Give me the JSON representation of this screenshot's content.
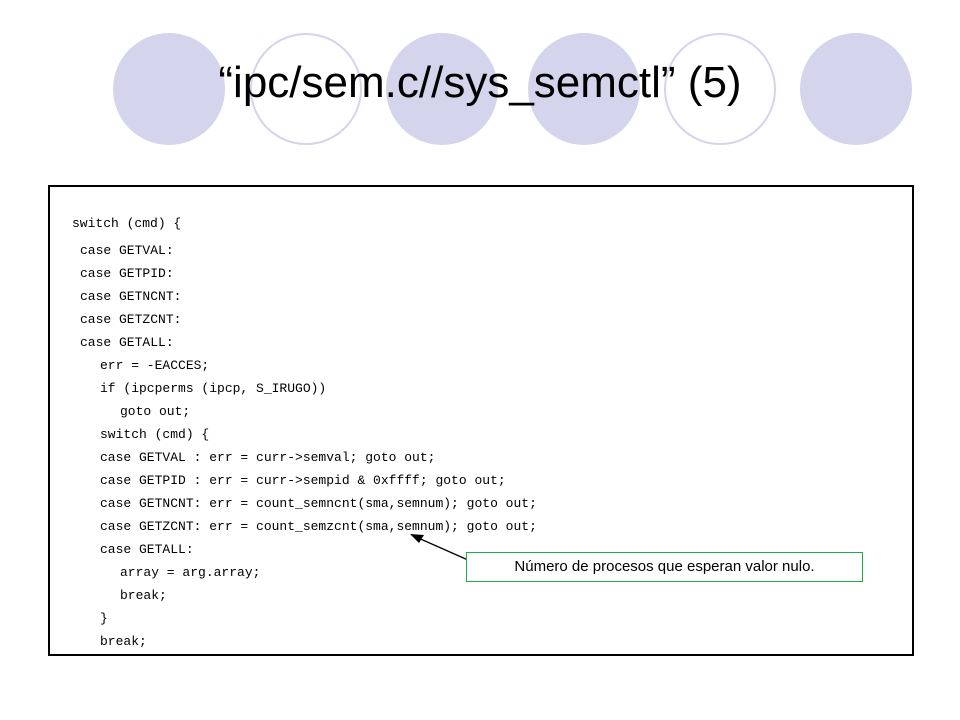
{
  "slide": {
    "title": "“ipc/sem.c//sys_semctl” (5)",
    "callout_text": "Número de procesos que esperan valor nulo.",
    "colors": {
      "circle": "#d4d4ec",
      "callout_border": "#22aa44"
    }
  },
  "code": {
    "lines": [
      "switch (cmd) {",
      "case GETVAL:",
      "case GETPID:",
      "case GETNCNT:",
      "case GETZCNT:",
      "case GETALL:",
      "err = -EACCES;",
      "if (ipcperms (ipcp, S_IRUGO))",
      "goto out;",
      "switch (cmd) {",
      "case GETVAL : err = curr->semval; goto out;",
      "case GETPID : err = curr->sempid & 0xffff; goto out;",
      "case GETNCNT: err = count_semncnt(sma,semnum); goto out;",
      "case GETZCNT: err = count_semzcnt(sma,semnum); goto out;",
      "case GETALL:",
      "array = arg.array;",
      "break;",
      "}",
      "break;"
    ]
  }
}
